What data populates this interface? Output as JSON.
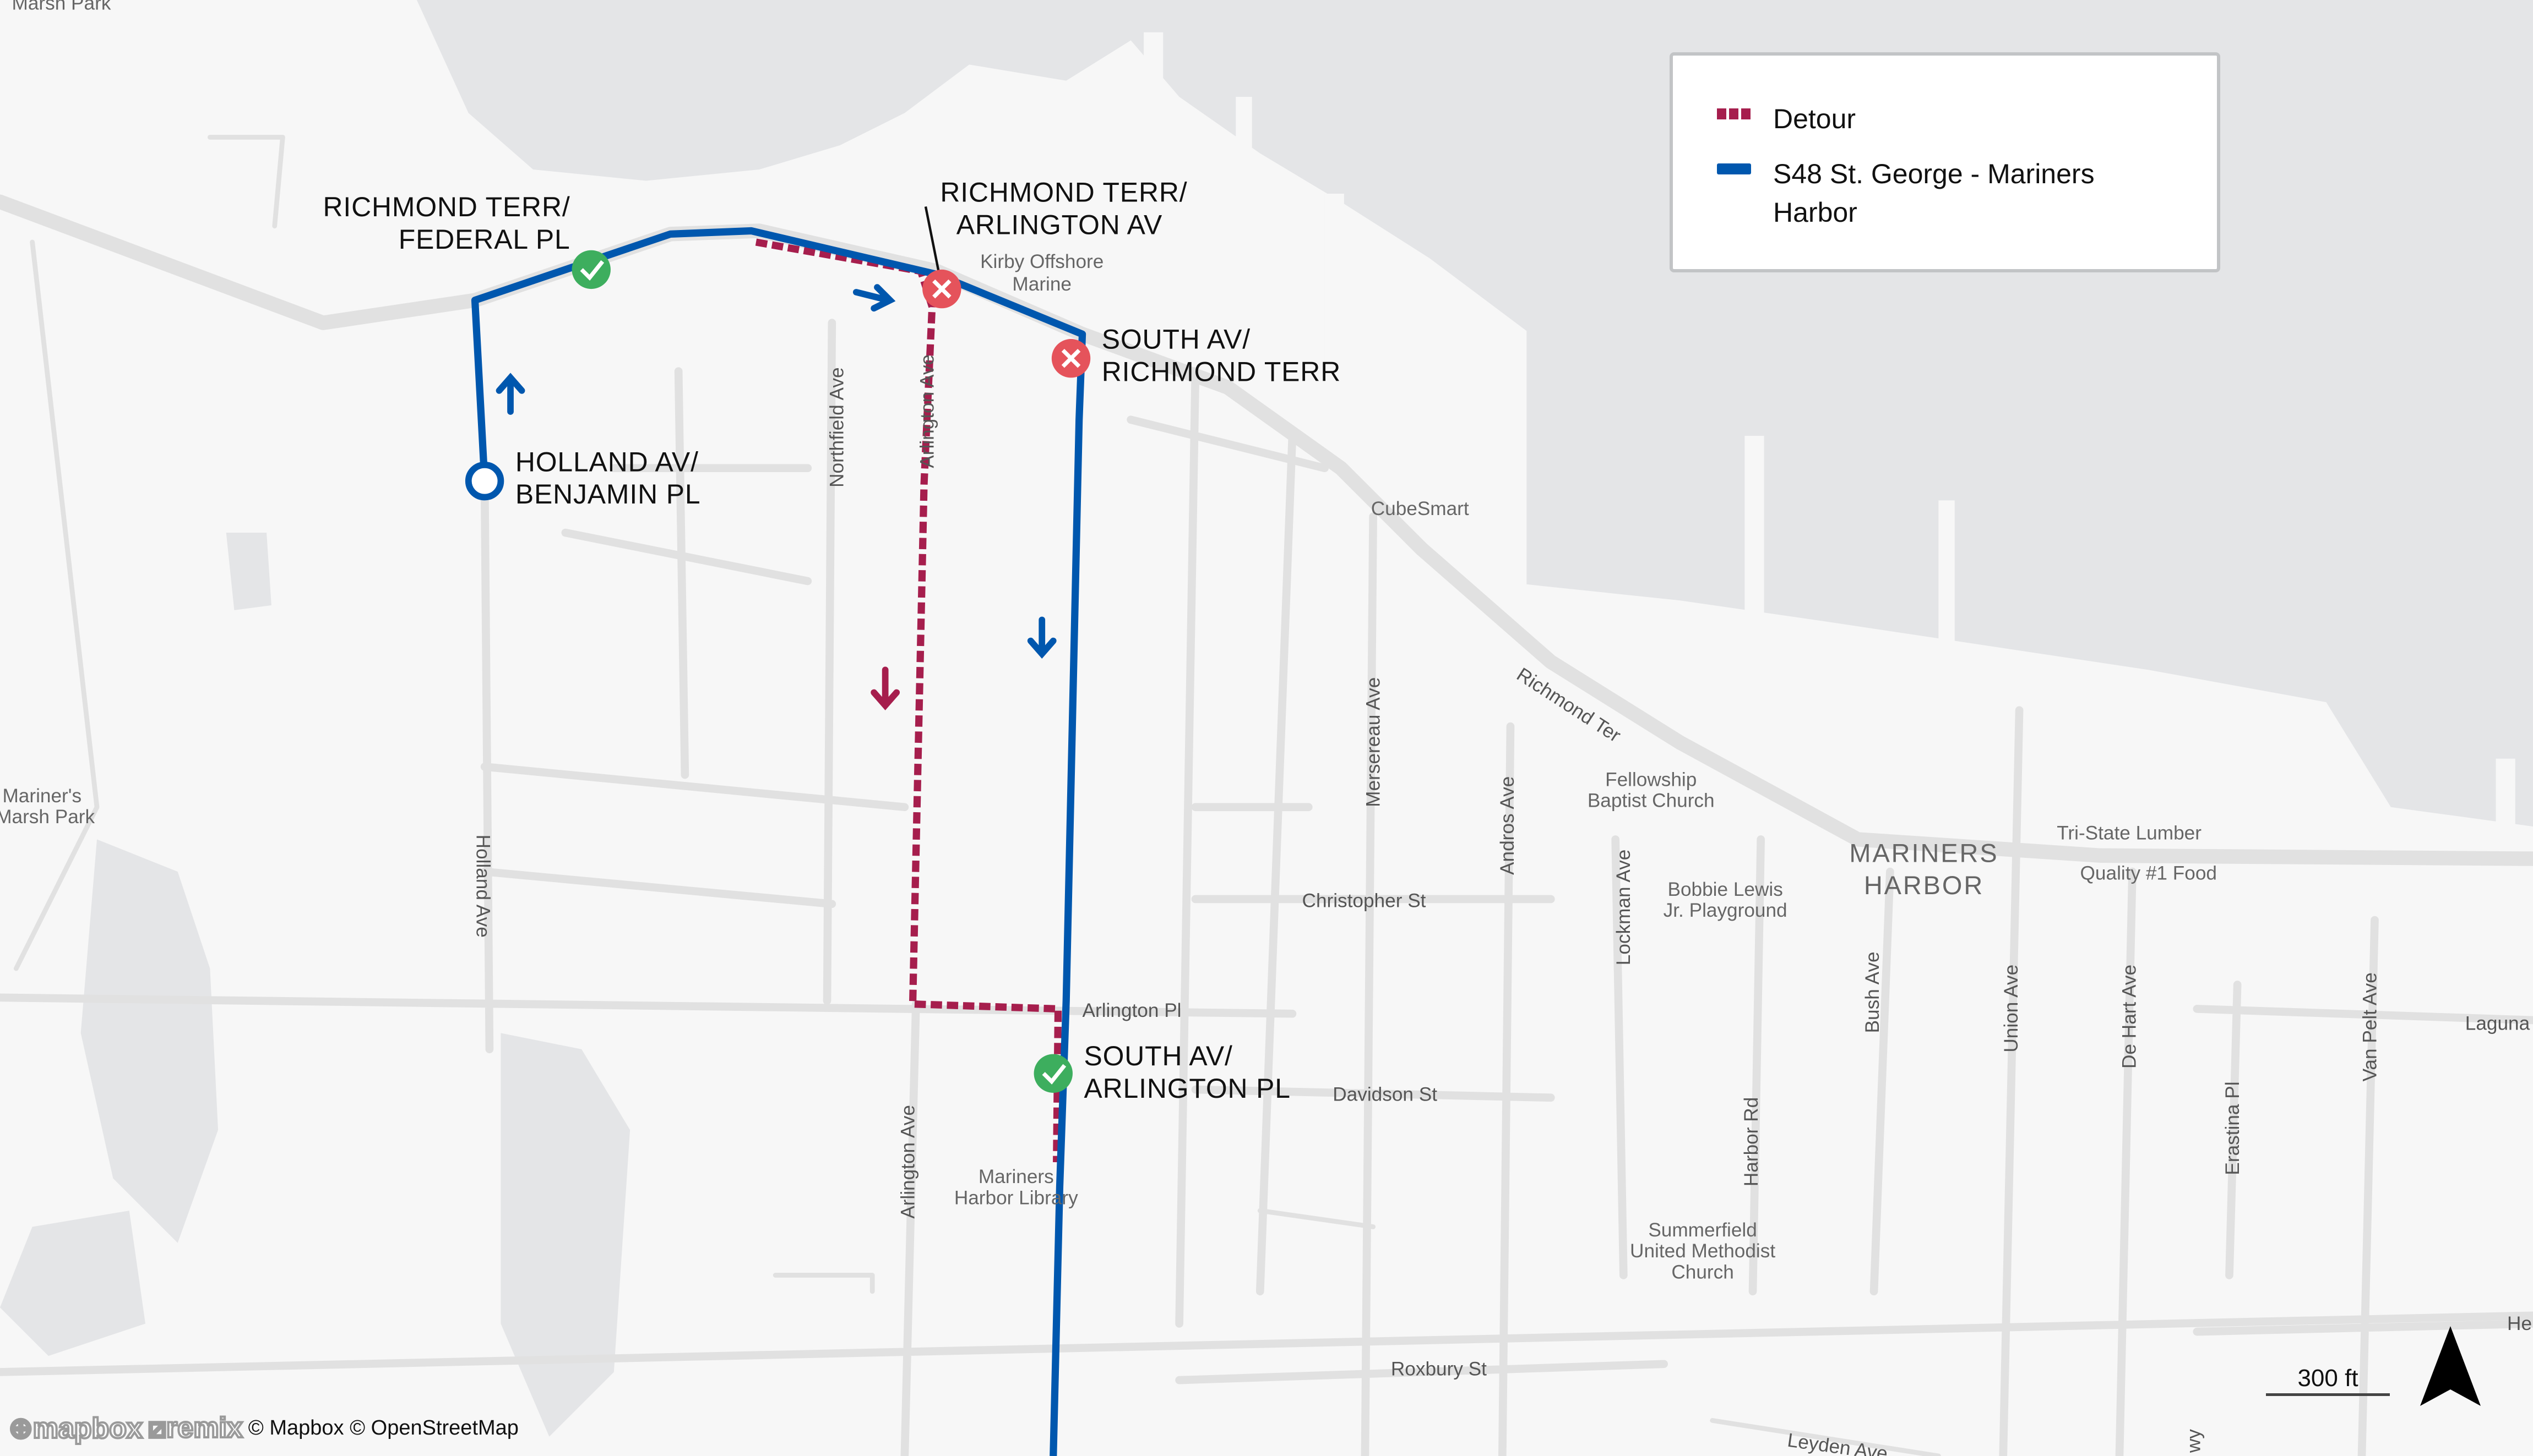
{
  "colors": {
    "route": "#0057AE",
    "detour": "#A61E4D",
    "ok": "#3DAE5E",
    "closed": "#E5535B",
    "water": "#E4E5E7"
  },
  "legend": {
    "items": [
      {
        "label": "Detour",
        "style": "dashed"
      },
      {
        "label": "S48 St. George - Mariners Harbor",
        "style": "solid"
      }
    ]
  },
  "stops": [
    {
      "line1": "RICHMOND TERR/",
      "line2": "FEDERAL PL",
      "status": "active"
    },
    {
      "line1": "RICHMOND TERR/",
      "line2": "ARLINGTON AV",
      "status": "closed"
    },
    {
      "line1": "SOUTH AV/",
      "line2": "RICHMOND TERR",
      "status": "closed"
    },
    {
      "line1": "HOLLAND AV/",
      "line2": "BENJAMIN PL",
      "status": "start"
    },
    {
      "line1": "SOUTH AV/",
      "line2": "ARLINGTON PL",
      "status": "active"
    }
  ],
  "streets": [
    "Northfield Ave",
    "Arlington Ave",
    "Holland Ave",
    "Arlington Ave",
    "Mersereau Ave",
    "Andros Ave",
    "Lockman Ave",
    "Richmond Ter",
    "Christopher St",
    "Arlington Pl",
    "Davidson St",
    "Harbor Rd",
    "Bush Ave",
    "Union Ave",
    "De Hart Ave",
    "Erastina Pl",
    "Van Pelt Ave",
    "Roxbury St",
    "Leyden Ave",
    "Laguna",
    "He",
    "wy"
  ],
  "pois": {
    "kirby1": "Kirby Offshore",
    "kirby2": "Marine",
    "cubesmart": "CubeSmart",
    "fellow1": "Fellowship",
    "fellow2": "Baptist Church",
    "bobbie1": "Bobbie Lewis",
    "bobbie2": "Jr. Playground",
    "tristate": "Tri-State Lumber",
    "quality": "Quality #1 Food",
    "lib1": "Mariners",
    "lib2": "Harbor Library",
    "sum1": "Summerfield",
    "sum2": "United Methodist",
    "sum3": "Church",
    "marsh_top": "Marsh Park",
    "marsh1": "Mariner's",
    "marsh2": "Marsh Park"
  },
  "area": {
    "line1": "MARINERS",
    "line2": "HARBOR"
  },
  "scale": "300 ft",
  "attribution": {
    "mapbox": "mapbox",
    "remix": "remix",
    "text": "© Mapbox © OpenStreetMap"
  },
  "icons": {
    "north": "north-arrow-icon",
    "ok": "check-circle-icon",
    "closed": "x-circle-icon"
  }
}
